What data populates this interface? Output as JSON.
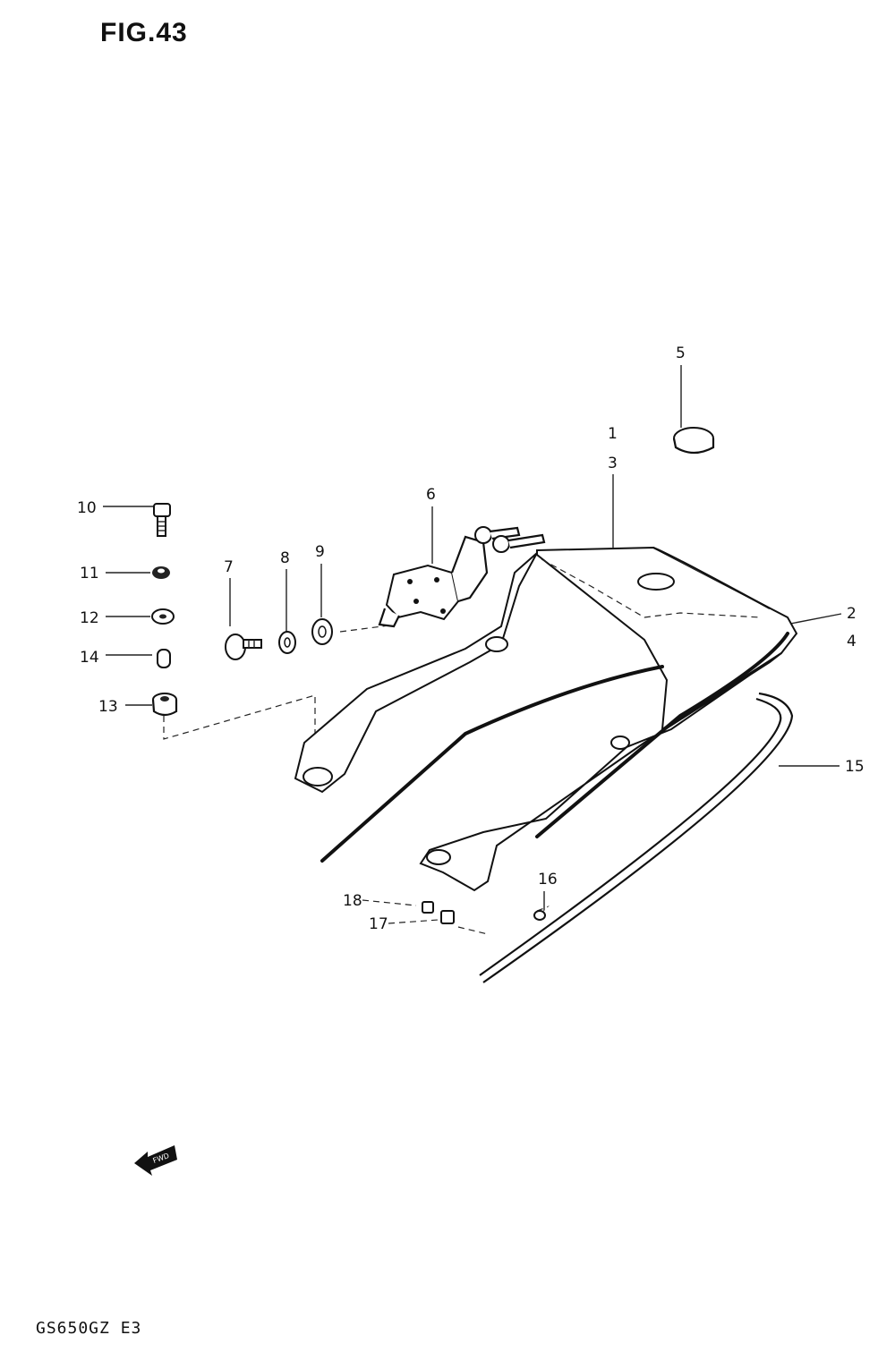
{
  "figure": {
    "title": "FIG.43",
    "footer": "GS650GZ E3",
    "fwd_label": "FWD"
  },
  "callouts": [
    "1",
    "2",
    "3",
    "4",
    "5",
    "6",
    "7",
    "8",
    "9",
    "10",
    "11",
    "12",
    "13",
    "14",
    "15",
    "16",
    "17",
    "18"
  ]
}
